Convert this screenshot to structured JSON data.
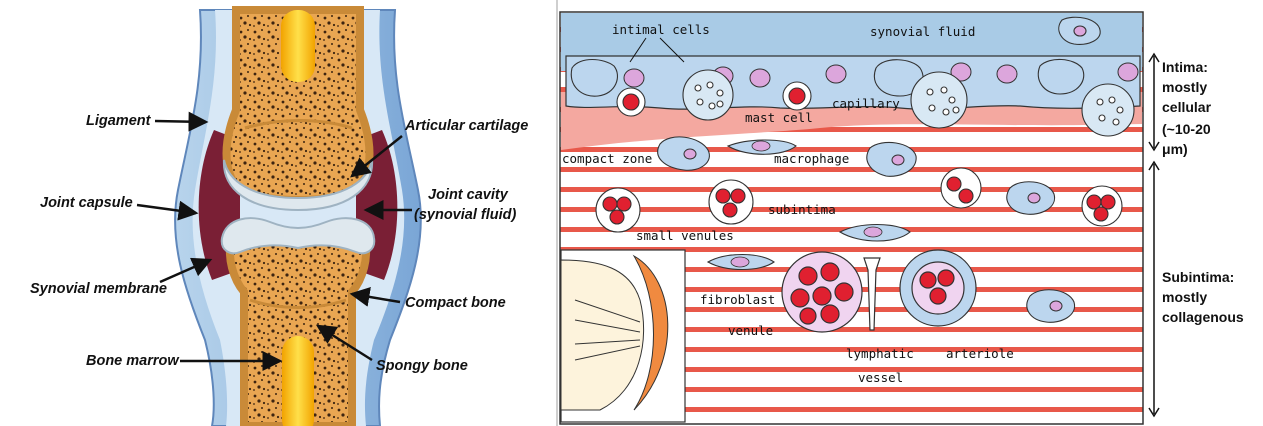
{
  "left_diagram": {
    "labels": {
      "ligament": "Ligament",
      "joint_capsule": "Joint capsule",
      "synovial_membrane": "Synovial membrane",
      "bone_marrow": "Bone marrow",
      "articular_cartilage": "Articular cartilage",
      "joint_cavity_line1": "Joint cavity",
      "joint_cavity_line2": "(synovial fluid)",
      "compact_bone": "Compact bone",
      "spongy_bone": "Spongy bone"
    }
  },
  "right_diagram": {
    "labels": {
      "intimal_cells": "intimal cells",
      "synovial_fluid": "synovial fluid",
      "capillary": "capillary",
      "mast_cell": "mast cell",
      "compact_zone": "compact zone",
      "macrophage": "macrophage",
      "subintima": "subintima",
      "small_venules": "small venules",
      "fibroblast": "fibroblast",
      "venule": "venule",
      "lymphatic_line1": "lymphatic",
      "lymphatic_line2": "vessel",
      "arteriole": "arteriole"
    },
    "side_labels": {
      "intima_line1": "Intima:",
      "intima_line2": "mostly",
      "intima_line3": "cellular",
      "intima_line4": "(~10-20",
      "intima_line5": "μm)",
      "subintima_line1": "Subintima:",
      "subintima_line2": "mostly",
      "subintima_line3": "collagenous"
    },
    "colors": {
      "synovial_fluid": "#a9cbe6",
      "cell_body": "#b5dbe6",
      "nucleus": "#dca6dc",
      "collagen_stripe": "#e8584a",
      "red_blood_cell": "#e02030",
      "compact_zone": "#f4a8a0"
    }
  }
}
